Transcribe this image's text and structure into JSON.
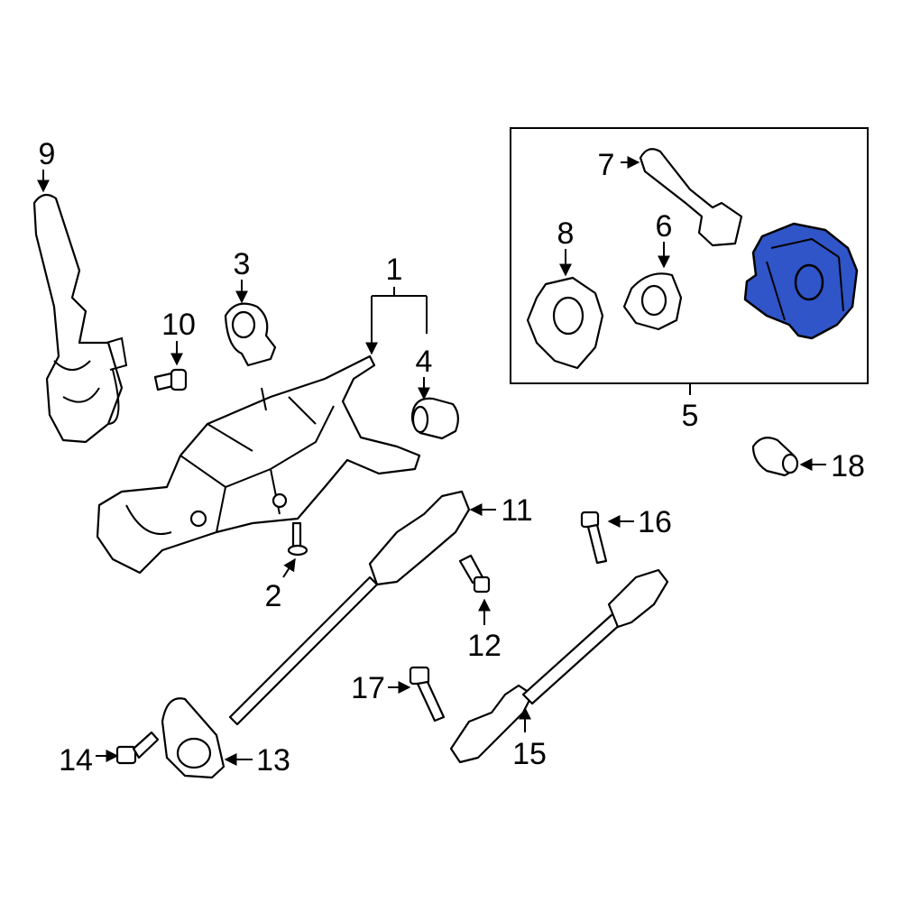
{
  "diagram": {
    "highlight_color": "#2f55c8",
    "callouts": [
      {
        "id": "9",
        "label": "9"
      },
      {
        "id": "3",
        "label": "3"
      },
      {
        "id": "1",
        "label": "1"
      },
      {
        "id": "10",
        "label": "10"
      },
      {
        "id": "4",
        "label": "4"
      },
      {
        "id": "7",
        "label": "7"
      },
      {
        "id": "8",
        "label": "8"
      },
      {
        "id": "6",
        "label": "6"
      },
      {
        "id": "5",
        "label": "5"
      },
      {
        "id": "18",
        "label": "18"
      },
      {
        "id": "11",
        "label": "11"
      },
      {
        "id": "16",
        "label": "16"
      },
      {
        "id": "2",
        "label": "2"
      },
      {
        "id": "12",
        "label": "12"
      },
      {
        "id": "17",
        "label": "17"
      },
      {
        "id": "14",
        "label": "14"
      },
      {
        "id": "13",
        "label": "13"
      },
      {
        "id": "15",
        "label": "15"
      }
    ]
  }
}
